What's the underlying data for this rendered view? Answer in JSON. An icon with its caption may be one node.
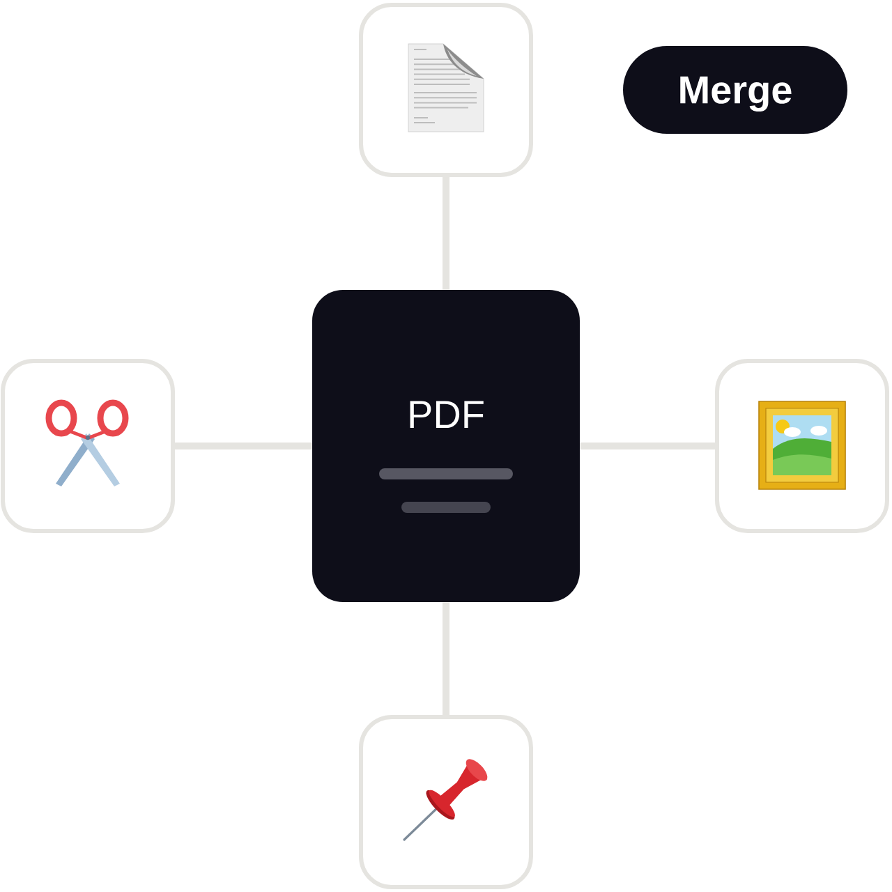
{
  "diagram": {
    "nodes": [
      {
        "text": [],
        "shape": "picture"
      },
      {
        "text": [
          "Merge"
        ]
      },
      {
        "text": [],
        "shape": "picture"
      },
      {
        "text": [
          "PDF"
        ]
      },
      {
        "text": [],
        "shape": "picture"
      },
      {
        "text": [],
        "shape": "picture"
      }
    ],
    "edges": [
      {
        "from": 3,
        "to": 0,
        "arrow": "none"
      },
      {
        "from": 3,
        "to": 2,
        "arrow": "none"
      },
      {
        "from": 3,
        "to": 4,
        "arrow": "none"
      },
      {
        "from": 3,
        "to": 5,
        "arrow": "none"
      }
    ]
  }
}
